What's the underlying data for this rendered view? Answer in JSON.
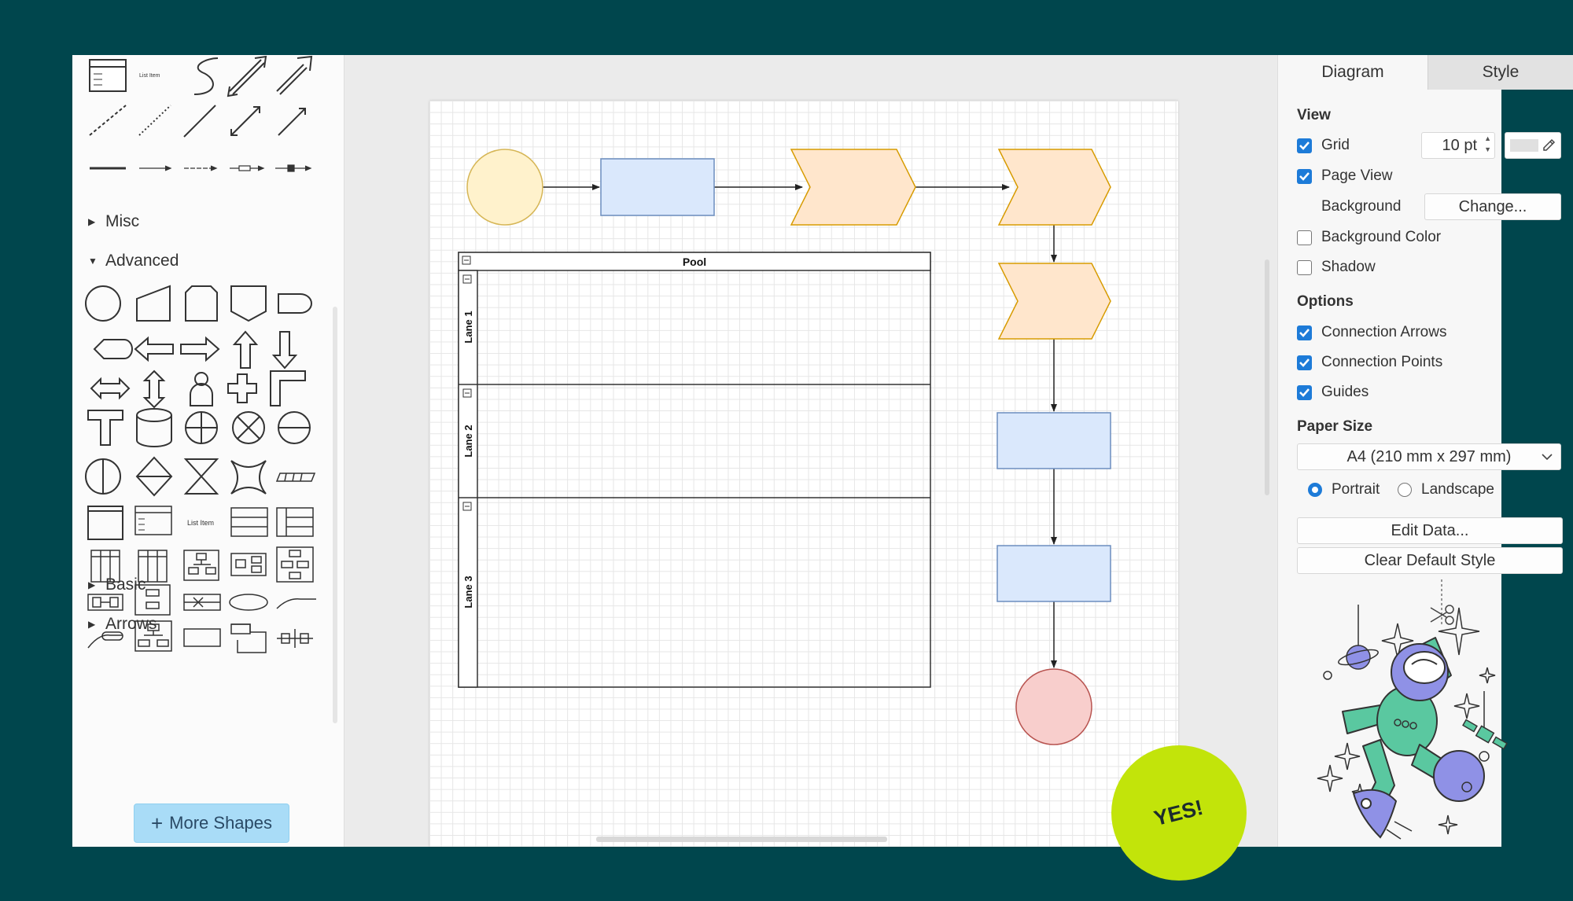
{
  "sidebar": {
    "sections": {
      "misc": "Misc",
      "advanced": "Advanced",
      "basic": "Basic",
      "arrows": "Arrows"
    },
    "list_item_label": "List Item",
    "more_shapes": "More Shapes"
  },
  "diagram": {
    "pool_title": "Pool",
    "lanes": [
      "Lane 1",
      "Lane 2",
      "Lane 3"
    ]
  },
  "panel": {
    "tabs": {
      "diagram": "Diagram",
      "style": "Style"
    },
    "view_header": "View",
    "grid_label": "Grid",
    "grid_size": "10 pt",
    "page_view_label": "Page View",
    "background_label": "Background",
    "change_button": "Change...",
    "background_color_label": "Background Color",
    "shadow_label": "Shadow",
    "options_header": "Options",
    "connection_arrows_label": "Connection Arrows",
    "connection_points_label": "Connection Points",
    "guides_label": "Guides",
    "paper_size_header": "Paper Size",
    "paper_size_value": "A4 (210 mm x 297 mm)",
    "portrait_label": "Portrait",
    "landscape_label": "Landscape",
    "edit_data_button": "Edit Data...",
    "clear_default_style_button": "Clear Default Style"
  },
  "state": {
    "grid": true,
    "page_view": true,
    "background_color": false,
    "shadow": false,
    "connection_arrows": true,
    "connection_points": true,
    "guides": true,
    "orientation": "portrait"
  },
  "badge": "YES!",
  "colors": {
    "accent": "#1d7bd8",
    "background": "#00464d",
    "badge": "#c2e40a",
    "shape_yellow": "#fff2cc",
    "shape_blue": "#dae8fc",
    "shape_orange": "#ffe6cc",
    "shape_red": "#f8cecc"
  }
}
